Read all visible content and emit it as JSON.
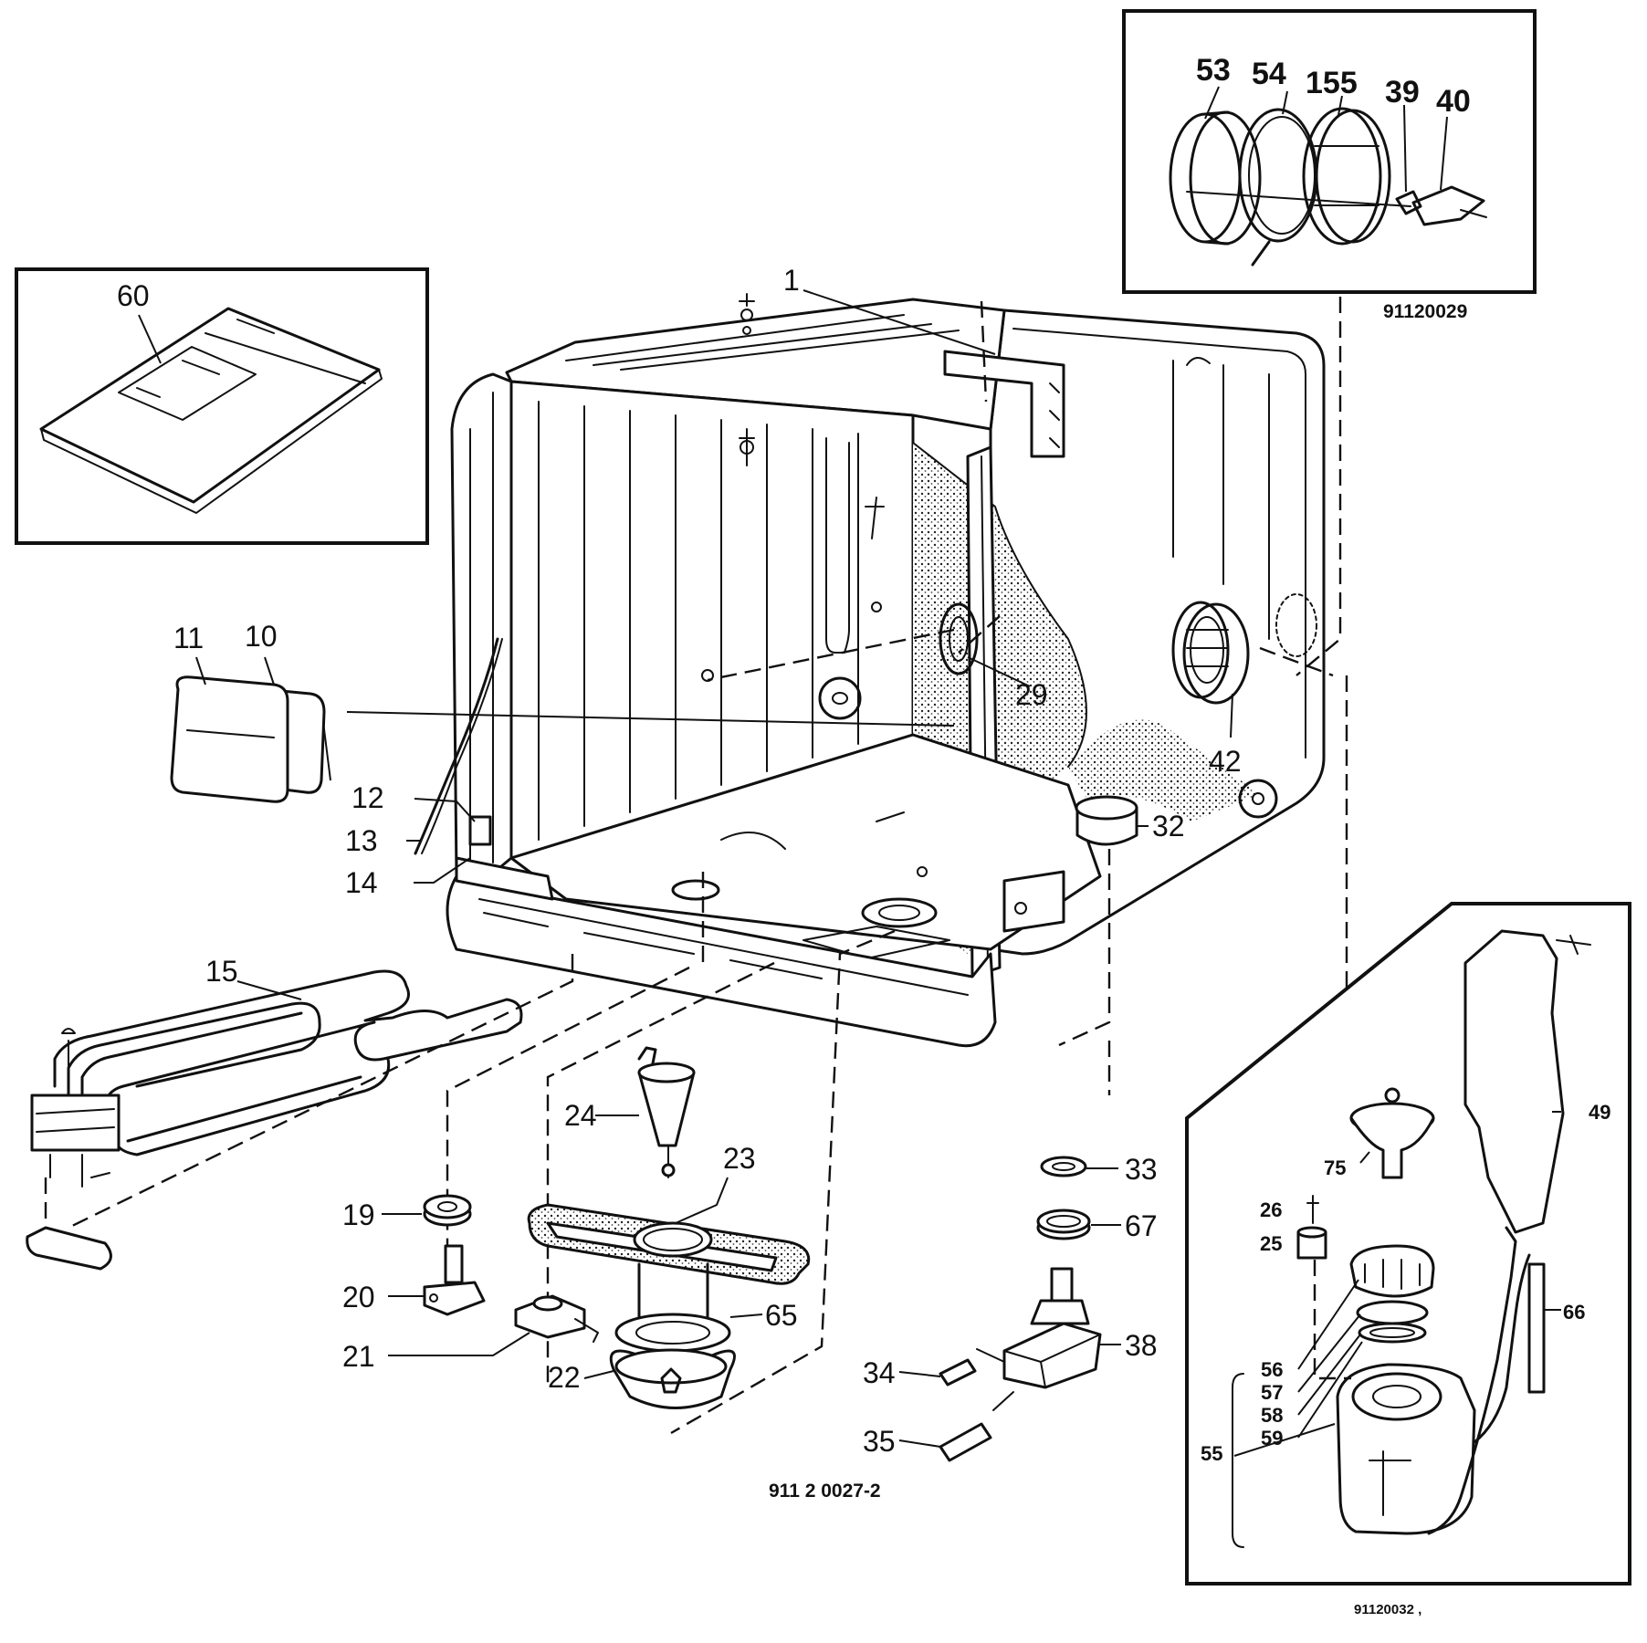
{
  "drawing_number": "911 2 0027-2",
  "insets": {
    "door_seal": {
      "drawing_number": "91120029"
    },
    "softener": {
      "drawing_number": "91120032 ,"
    },
    "manual": {}
  },
  "part_labels": {
    "p1": "1",
    "p10": "10",
    "p11": "11",
    "p12": "12",
    "p13": "13",
    "p14": "14",
    "p15": "15",
    "p19": "19",
    "p20": "20",
    "p21": "21",
    "p22": "22",
    "p23": "23",
    "p24": "24",
    "p25": "25",
    "p26": "26",
    "p29": "29",
    "p32": "32",
    "p33": "33",
    "p34": "34",
    "p35": "35",
    "p38": "38",
    "p39": "39",
    "p40": "40",
    "p42": "42",
    "p49": "49",
    "p53": "53",
    "p54": "54",
    "p55": "55",
    "p56": "56",
    "p57": "57",
    "p58": "58",
    "p59": "59",
    "p60": "60",
    "p65": "65",
    "p66": "66",
    "p67": "67",
    "p75": "75",
    "p155": "155"
  }
}
